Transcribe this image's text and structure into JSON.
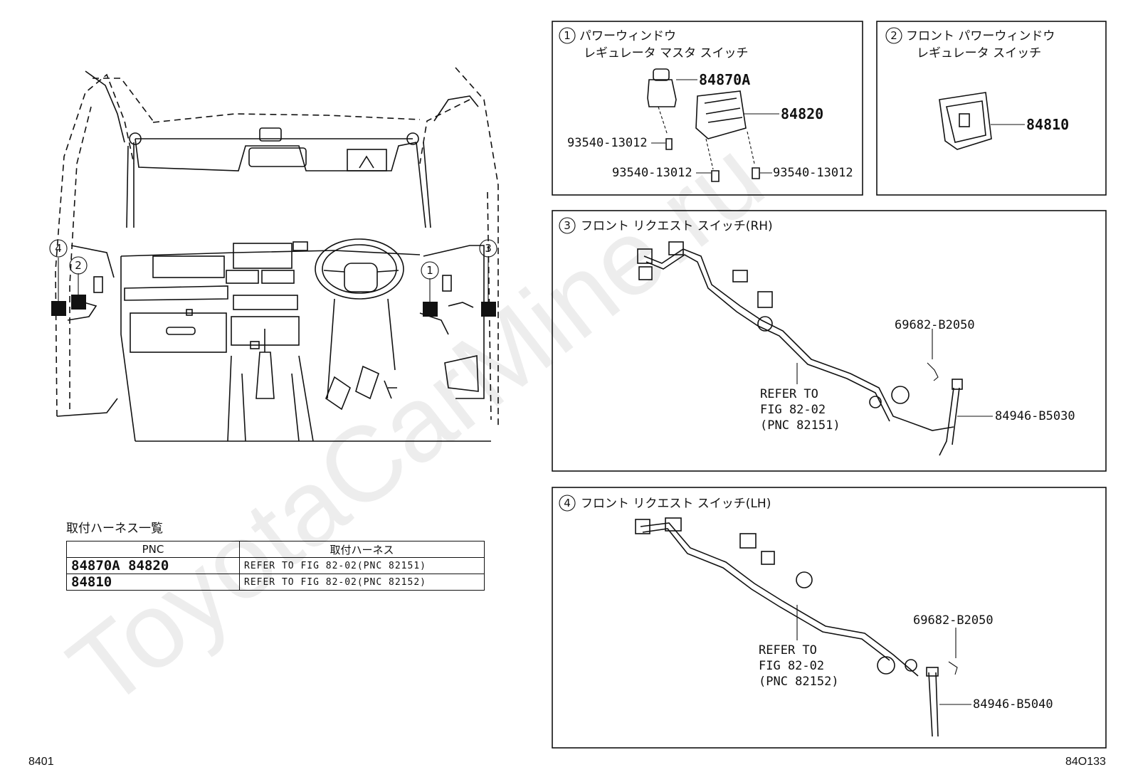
{
  "watermark": "ToyotaCarMine.ru",
  "footer": {
    "left_code": "8401",
    "right_code": "84O133"
  },
  "locators": {
    "l1": "1",
    "l2": "2",
    "l3": "3",
    "l4": "4"
  },
  "panel1": {
    "num": "1",
    "title_line1": "パワーウィンドウ",
    "title_line2": "レギュレータ マスタ スイッチ",
    "parts": [
      "84870A",
      "84820",
      "93540-13012",
      "93540-13012",
      "93540-13012"
    ]
  },
  "panel2": {
    "num": "2",
    "title_line1": "フロント パワーウィンドウ",
    "title_line2": "レギュレータ スイッチ",
    "parts": [
      "84810"
    ]
  },
  "panel3": {
    "num": "3",
    "title": "フロント リクエスト スイッチ(RH)",
    "parts": [
      "69682-B2050",
      "84946-B5030"
    ],
    "refer_line1": "REFER TO",
    "refer_line2": "FIG 82-02",
    "refer_line3": "(PNC 82151)"
  },
  "panel4": {
    "num": "4",
    "title": "フロント リクエスト スイッチ(LH)",
    "parts": [
      "69682-B2050",
      "84946-B5040"
    ],
    "refer_line1": "REFER TO",
    "refer_line2": "FIG 82-02",
    "refer_line3": "(PNC 82152)"
  },
  "harness_table": {
    "title": "取付ハーネス一覧",
    "headers": [
      "PNC",
      "取付ハーネス"
    ],
    "rows": [
      {
        "pnc": "84870A 84820",
        "harness": "REFER TO FIG 82-02(PNC 82151)"
      },
      {
        "pnc": "84810",
        "harness": "REFER TO FIG 82-02(PNC 82152)"
      }
    ]
  }
}
